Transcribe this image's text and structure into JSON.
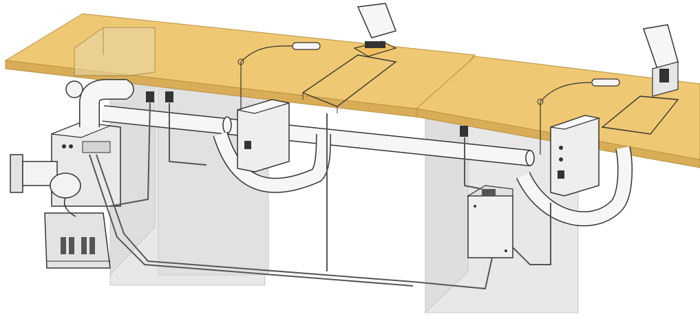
{
  "colors": {
    "background": "#ffffff",
    "countertop": "#efc873",
    "countertop_edge": "#c9a050",
    "cabinet_ghost": "#cfcfcf",
    "duct": "#f6f6f6",
    "outline": "#3a3a3a",
    "unit_body": "#e9e9e9",
    "unit_dark": "#7a7a7a"
  },
  "icons": [
    "countertop",
    "cabinet-ghost",
    "vacuum-unit",
    "exhaust-vent",
    "main-duct",
    "flex-hose",
    "collector-box",
    "control-module",
    "pop-up-inlet",
    "hose-wand",
    "electrical-outlet",
    "power-cable"
  ]
}
